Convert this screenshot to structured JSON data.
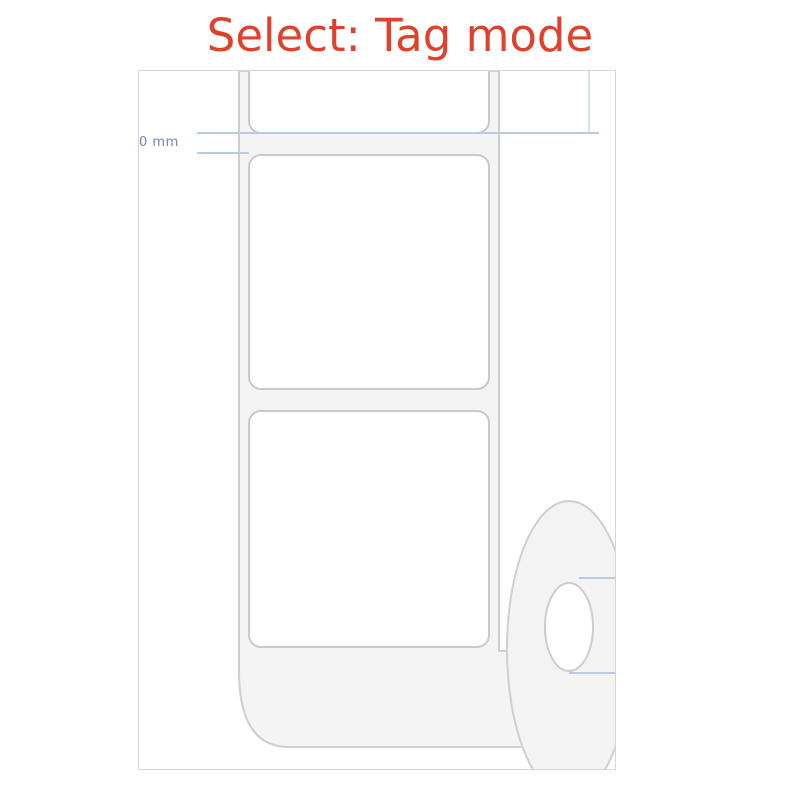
{
  "header": {
    "title": "Select: Tag mode",
    "title_color": "#e0412a"
  },
  "illustration": {
    "dimension_label": "0 mm",
    "label_count": 3,
    "dimension_color": "#a9bfdc",
    "outline_color": "#c8c8c8",
    "backing_color": "#f2f2f2"
  }
}
